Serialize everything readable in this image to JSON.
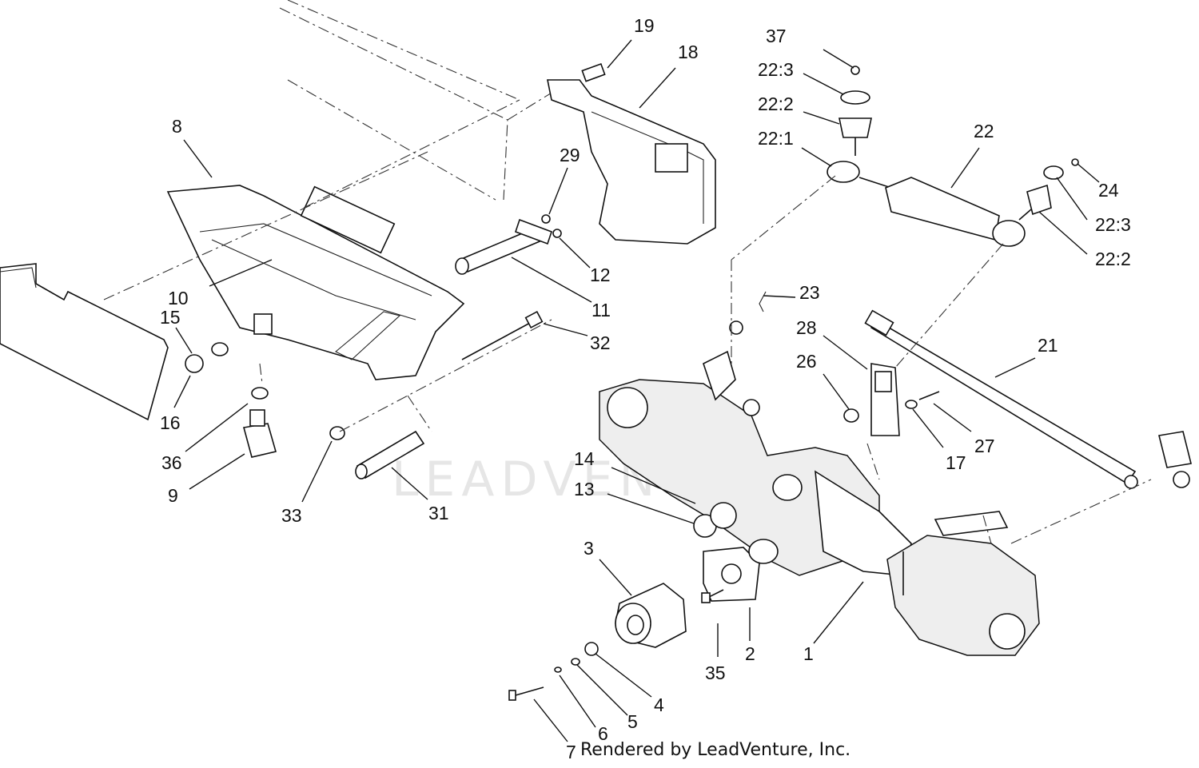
{
  "diagram": {
    "callouts": [
      {
        "id": "c19",
        "text": "19"
      },
      {
        "id": "c18",
        "text": "18"
      },
      {
        "id": "c37",
        "text": "37"
      },
      {
        "id": "c22_3a",
        "text": "22:3"
      },
      {
        "id": "c22_2a",
        "text": "22:2"
      },
      {
        "id": "c22_1",
        "text": "22:1"
      },
      {
        "id": "c22",
        "text": "22"
      },
      {
        "id": "c24",
        "text": "24"
      },
      {
        "id": "c22_3b",
        "text": "22:3"
      },
      {
        "id": "c22_2b",
        "text": "22:2"
      },
      {
        "id": "c8",
        "text": "8"
      },
      {
        "id": "c29",
        "text": "29"
      },
      {
        "id": "c12",
        "text": "12"
      },
      {
        "id": "c11",
        "text": "11"
      },
      {
        "id": "c10",
        "text": "10"
      },
      {
        "id": "c15",
        "text": "15"
      },
      {
        "id": "c16",
        "text": "16"
      },
      {
        "id": "c32",
        "text": "32"
      },
      {
        "id": "c23",
        "text": "23"
      },
      {
        "id": "c28",
        "text": "28"
      },
      {
        "id": "c26",
        "text": "26"
      },
      {
        "id": "c21",
        "text": "21"
      },
      {
        "id": "c27",
        "text": "27"
      },
      {
        "id": "c17",
        "text": "17"
      },
      {
        "id": "c36",
        "text": "36"
      },
      {
        "id": "c9",
        "text": "9"
      },
      {
        "id": "c33",
        "text": "33"
      },
      {
        "id": "c31",
        "text": "31"
      },
      {
        "id": "c14",
        "text": "14"
      },
      {
        "id": "c13",
        "text": "13"
      },
      {
        "id": "c3",
        "text": "3"
      },
      {
        "id": "c35",
        "text": "35"
      },
      {
        "id": "c2",
        "text": "2"
      },
      {
        "id": "c1",
        "text": "1"
      },
      {
        "id": "c4",
        "text": "4"
      },
      {
        "id": "c5",
        "text": "5"
      },
      {
        "id": "c6",
        "text": "6"
      },
      {
        "id": "c7",
        "text": "7"
      }
    ],
    "watermark": "LEADVENTURE",
    "footer": "Rendered by LeadVenture, Inc."
  }
}
